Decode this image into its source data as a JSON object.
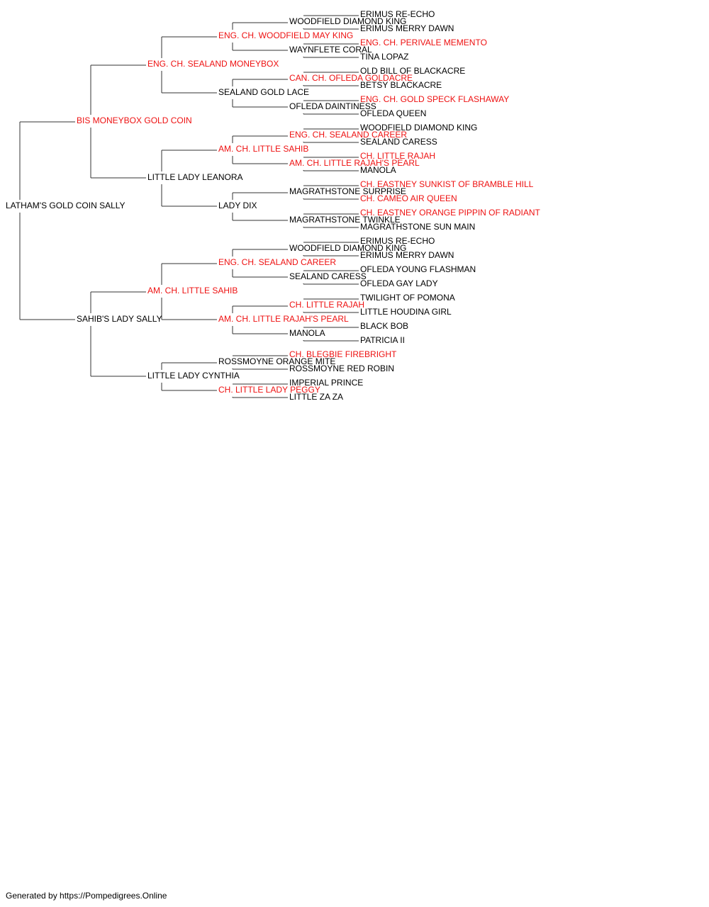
{
  "pedigree": {
    "name": "LATHAM'S GOLD COIN SALLY",
    "champion": false,
    "sire": {
      "name": "BIS MONEYBOX GOLD COIN",
      "champion": true,
      "sire": {
        "name": "ENG. CH. SEALAND MONEYBOX",
        "champion": true,
        "sire": {
          "name": "ENG. CH. WOODFIELD MAY KING",
          "champion": true,
          "sire": {
            "name": "WOODFIELD DIAMOND KING",
            "champion": false,
            "sire": {
              "name": "ERIMUS RE-ECHO",
              "champion": false
            },
            "dam": {
              "name": "ERIMUS MERRY DAWN",
              "champion": false
            }
          },
          "dam": {
            "name": "WAYNFLETE CORAL",
            "champion": false,
            "sire": {
              "name": "ENG. CH. PERIVALE MEMENTO",
              "champion": true
            },
            "dam": {
              "name": "TINA LOPAZ",
              "champion": false
            }
          }
        },
        "dam": {
          "name": "SEALAND GOLD LACE",
          "champion": false,
          "sire": {
            "name": "CAN. CH. OFLEDA GOLDACRE",
            "champion": true,
            "sire": {
              "name": "OLD BILL OF BLACKACRE",
              "champion": false
            },
            "dam": {
              "name": "BETSY BLACKACRE",
              "champion": false
            }
          },
          "dam": {
            "name": "OFLEDA DAINTINESS",
            "champion": false,
            "sire": {
              "name": "ENG. CH. GOLD SPECK FLASHAWAY",
              "champion": true
            },
            "dam": {
              "name": "OFLEDA QUEEN",
              "champion": false
            }
          }
        }
      },
      "dam": {
        "name": "LITTLE LADY LEANORA",
        "champion": false,
        "sire": {
          "name": "AM. CH. LITTLE SAHIB",
          "champion": true,
          "sire": {
            "name": "ENG. CH. SEALAND CAREER",
            "champion": true,
            "sire": {
              "name": "WOODFIELD DIAMOND KING",
              "champion": false
            },
            "dam": {
              "name": "SEALAND CARESS",
              "champion": false
            }
          },
          "dam": {
            "name": "AM. CH. LITTLE RAJAH'S PEARL",
            "champion": true,
            "sire": {
              "name": "CH. LITTLE RAJAH",
              "champion": true
            },
            "dam": {
              "name": "MANOLA",
              "champion": false
            }
          }
        },
        "dam": {
          "name": "LADY DIX",
          "champion": false,
          "sire": {
            "name": "MAGRATHSTONE SURPRISE",
            "champion": false,
            "sire": {
              "name": "CH. EASTNEY SUNKIST OF BRAMBLE HILL",
              "champion": true
            },
            "dam": {
              "name": "CH. CAMEO AIR QUEEN",
              "champion": true
            }
          },
          "dam": {
            "name": "MAGRATHSTONE TWINKLE",
            "champion": false,
            "sire": {
              "name": "CH. EASTNEY ORANGE PIPPIN OF RADIANT",
              "champion": true
            },
            "dam": {
              "name": "MAGRATHSTONE SUN MAIN",
              "champion": false
            }
          }
        }
      }
    },
    "dam": {
      "name": "SAHIB'S LADY SALLY",
      "champion": false,
      "sire": {
        "name": "AM. CH. LITTLE SAHIB",
        "champion": true,
        "sire": {
          "name": "ENG. CH. SEALAND CAREER",
          "champion": true,
          "sire": {
            "name": "WOODFIELD DIAMOND KING",
            "champion": false,
            "sire": {
              "name": "ERIMUS RE-ECHO",
              "champion": false
            },
            "dam": {
              "name": "ERIMUS MERRY DAWN",
              "champion": false
            }
          },
          "dam": {
            "name": "SEALAND CARESS",
            "champion": false,
            "sire": {
              "name": "OFLEDA YOUNG FLASHMAN",
              "champion": false
            },
            "dam": {
              "name": "OFLEDA GAY LADY",
              "champion": false
            }
          }
        },
        "dam": {
          "name": "AM. CH. LITTLE RAJAH'S PEARL",
          "champion": true,
          "sire": {
            "name": "CH. LITTLE RAJAH",
            "champion": true,
            "sire": {
              "name": "TWILIGHT OF POMONA",
              "champion": false
            },
            "dam": {
              "name": "LITTLE HOUDINA GIRL",
              "champion": false
            }
          },
          "dam": {
            "name": "MANOLA",
            "champion": false,
            "sire": {
              "name": "BLACK BOB",
              "champion": false
            },
            "dam": {
              "name": "PATRICIA II",
              "champion": false
            }
          }
        }
      },
      "dam": {
        "name": "LITTLE LADY CYNTHIA",
        "champion": false,
        "sire": {
          "name": "ROSSMOYNE ORANGE MITE",
          "champion": false,
          "sire": {
            "name": "CH. BLEGBIE FIREBRIGHT",
            "champion": true
          },
          "dam": {
            "name": "ROSSMOYNE RED ROBIN",
            "champion": false
          }
        },
        "dam": {
          "name": "CH. LITTLE LADY PEGGY",
          "champion": true,
          "sire": {
            "name": "IMPERIAL PRINCE",
            "champion": false
          },
          "dam": {
            "name": "LITTLE ZA ZA",
            "champion": false
          }
        }
      }
    }
  },
  "colors": {
    "champion": "#ee1111",
    "normal": "#000000",
    "line": "#333333"
  },
  "footer": "Generated by https://Pompedigrees.Online"
}
